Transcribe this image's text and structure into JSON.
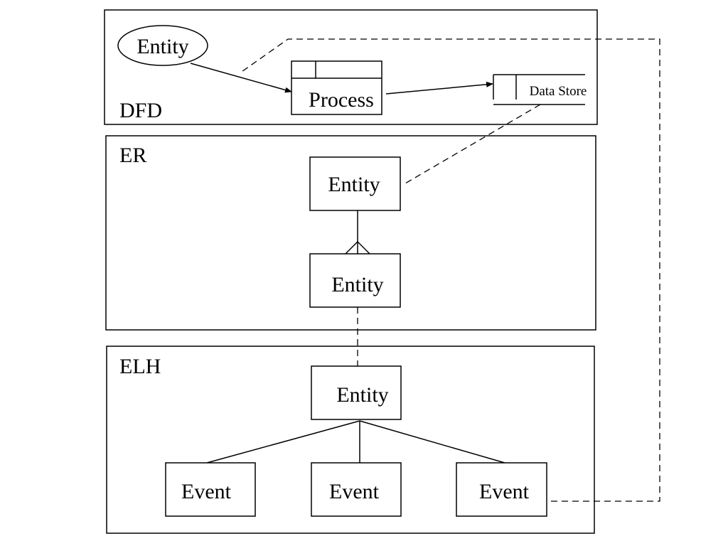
{
  "dfd": {
    "section_label": "DFD",
    "external_entity": "Entity",
    "process": "Process",
    "data_store": "Data Store"
  },
  "er": {
    "section_label": "ER",
    "entity_top": "Entity",
    "entity_bottom": "Entity"
  },
  "elh": {
    "section_label": "ELH",
    "entity": "Entity",
    "events": [
      "Event",
      "Event",
      "Event"
    ]
  }
}
